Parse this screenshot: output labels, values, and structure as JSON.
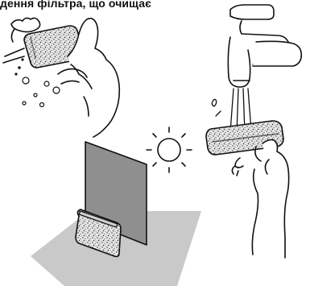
{
  "caption": "дення фільтра, що очищає",
  "illustrations": [
    {
      "name": "brushing-sponge",
      "description_icon": "hand-brushing-sponge-icon"
    },
    {
      "name": "rinsing-under-tap",
      "description_icon": "faucet-rinse-icon"
    },
    {
      "name": "drying-in-shade",
      "description_icon": "sun-icon"
    }
  ],
  "colors": {
    "line": "#111111",
    "panel": "#8f8f8f",
    "shadow": "#c9c9c9",
    "sponge": "#d9d9d9",
    "water": "#ffffff"
  }
}
